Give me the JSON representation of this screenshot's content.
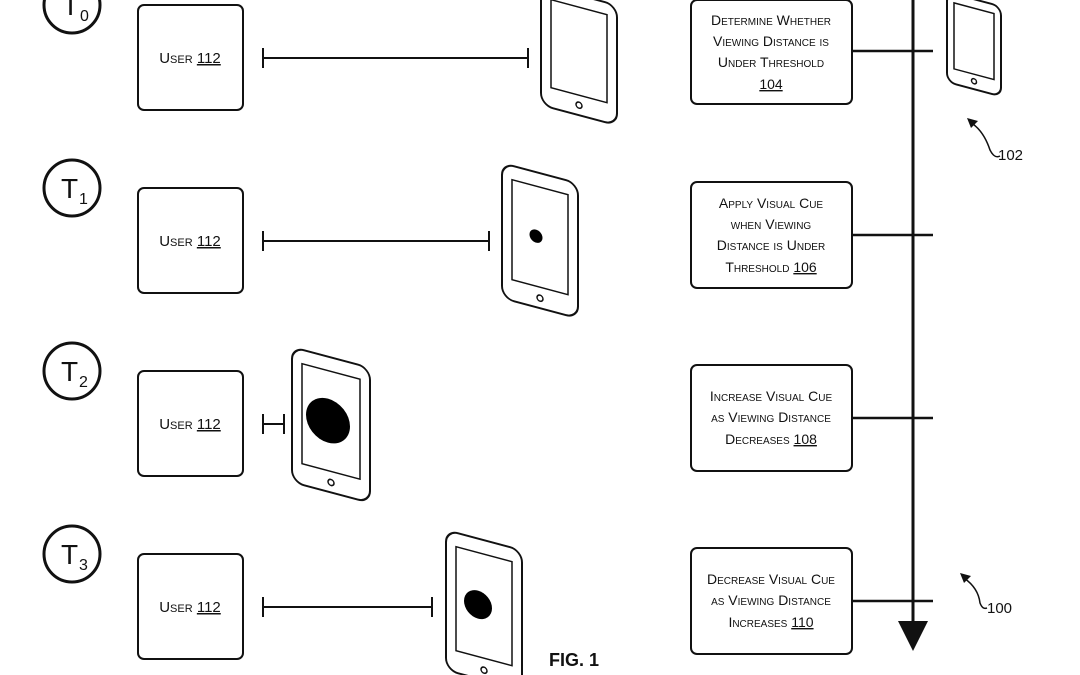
{
  "time_steps": [
    {
      "id": "t0",
      "letter": "T",
      "sub": "0",
      "user_label": "User",
      "user_ref": "112"
    },
    {
      "id": "t1",
      "letter": "T",
      "sub": "1",
      "user_label": "User",
      "user_ref": "112"
    },
    {
      "id": "t2",
      "letter": "T",
      "sub": "2",
      "user_label": "User",
      "user_ref": "112"
    },
    {
      "id": "t3",
      "letter": "T",
      "sub": "3",
      "user_label": "User",
      "user_ref": "112"
    }
  ],
  "steps": [
    {
      "lines": [
        "Determine Whether",
        "Viewing Distance is",
        "Under Threshold"
      ],
      "ref": "104"
    },
    {
      "lines": [
        "Apply Visual Cue",
        "when Viewing",
        "Distance is Under"
      ],
      "last": "Threshold",
      "ref": "106"
    },
    {
      "lines": [
        "Increase Visual Cue",
        "as Viewing Distance"
      ],
      "last": "Decreases",
      "ref": "108"
    },
    {
      "lines": [
        "Decrease Visual Cue",
        "as Viewing Distance"
      ],
      "last": "Increases",
      "ref": "110"
    }
  ],
  "refs": {
    "device": "102",
    "process": "100"
  },
  "figure_label": "FIG. 1"
}
